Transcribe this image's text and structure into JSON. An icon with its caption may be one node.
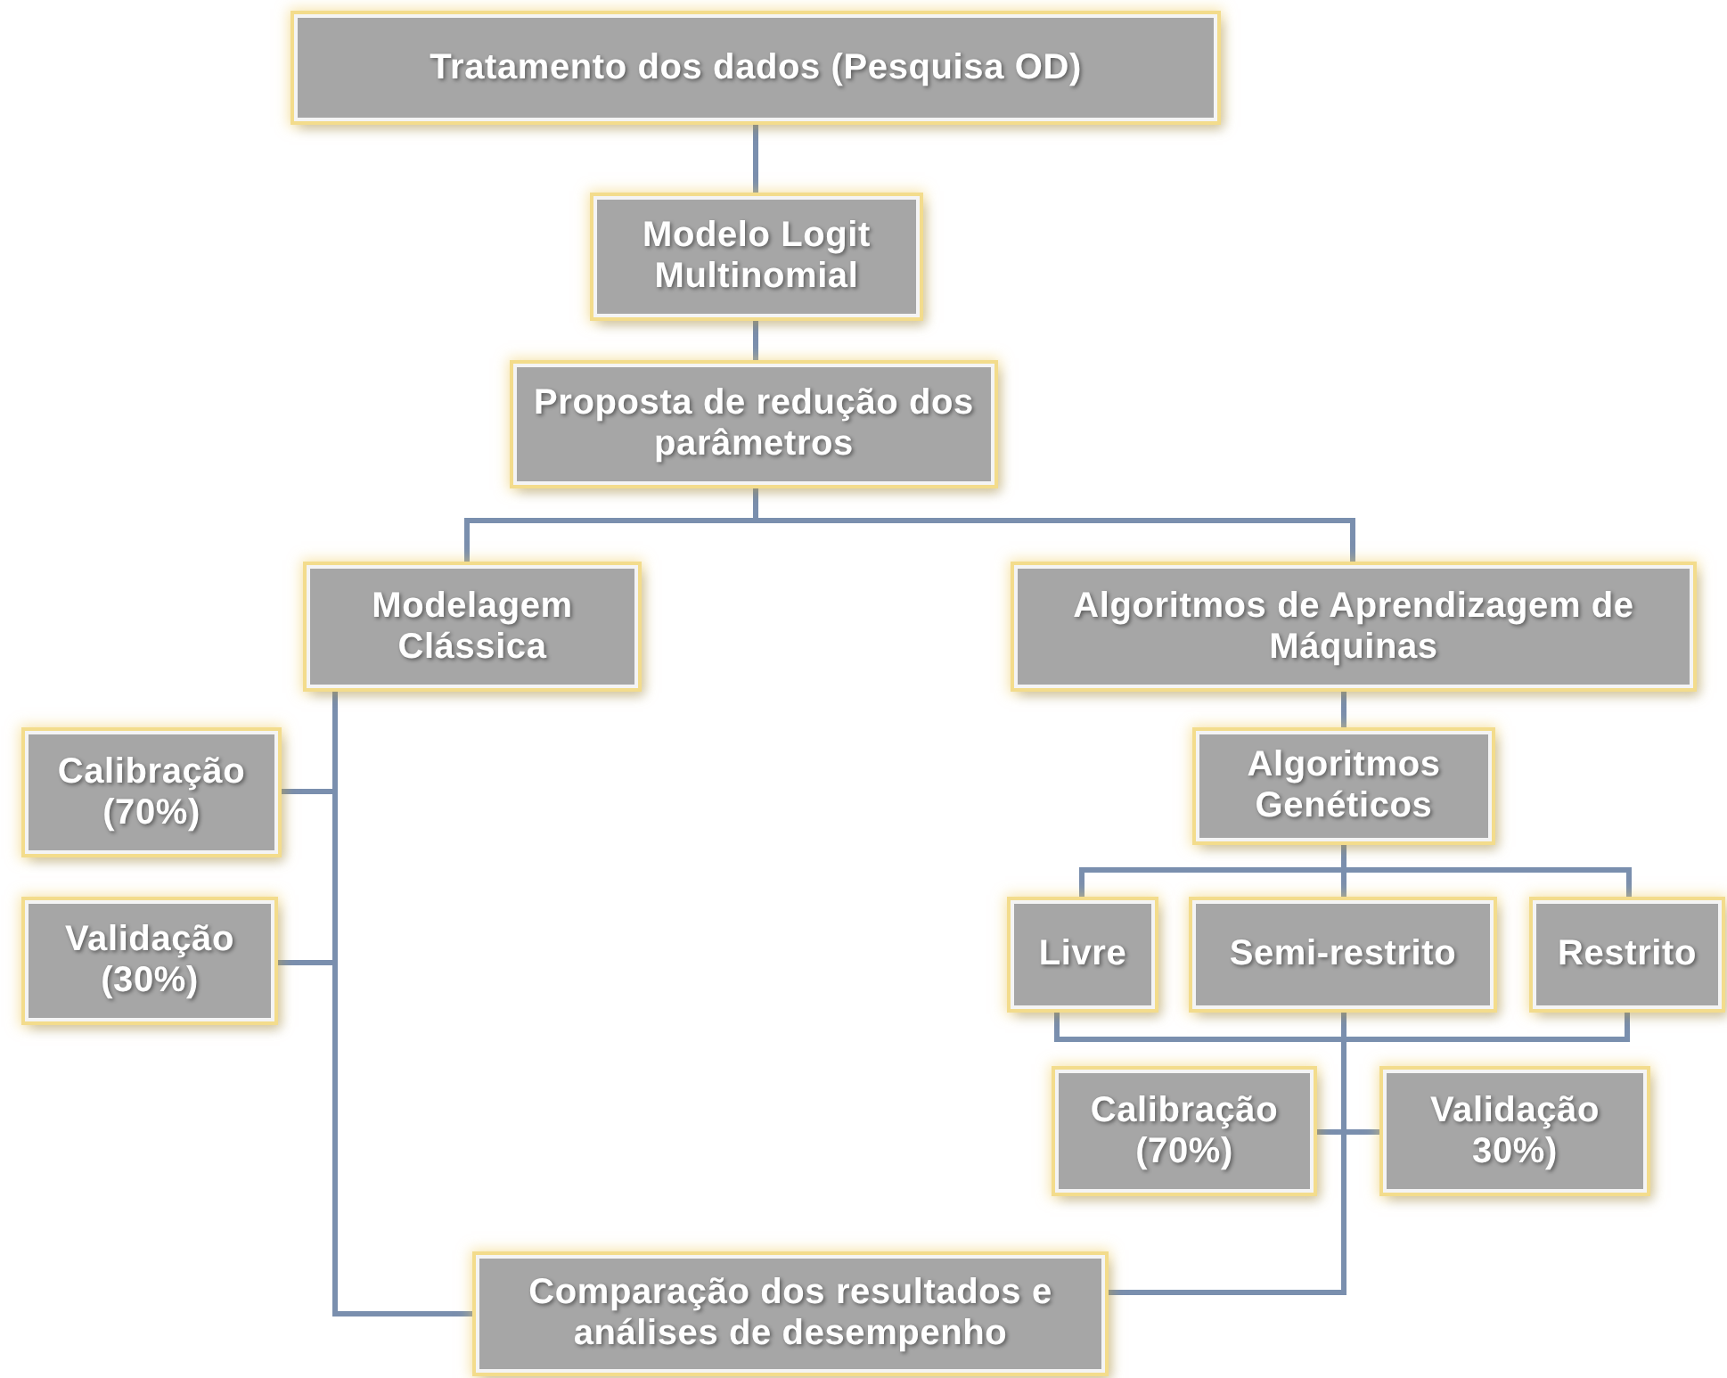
{
  "diagram": {
    "nodes": [
      {
        "text": [
          "Tratamento dos dados (Pesquisa OD)"
        ]
      },
      {
        "text": [
          "Modelo Logit Multinomial"
        ]
      },
      {
        "text": [
          "Proposta de redução dos parâmetros"
        ]
      },
      {
        "text": [
          "Modelagem Clássica"
        ]
      },
      {
        "text": [
          "Algoritmos de Aprendizagem de Máquinas"
        ]
      },
      {
        "text": [
          "Calibração (70%)"
        ]
      },
      {
        "text": [
          "Validação (30%)"
        ]
      },
      {
        "text": [
          "Algoritmos Genéticos"
        ]
      },
      {
        "text": [
          "Livre"
        ]
      },
      {
        "text": [
          "Semi-restrito"
        ]
      },
      {
        "text": [
          "Restrito"
        ]
      },
      {
        "text": [
          "Calibração (70%)"
        ]
      },
      {
        "text": [
          "Validação 30%)"
        ]
      },
      {
        "text": [
          "Comparação dos resultados e análises de desempenho"
        ]
      }
    ],
    "edges": [
      {
        "from": 0,
        "to": 1,
        "arrow": "none"
      },
      {
        "from": 1,
        "to": 2,
        "arrow": "none"
      },
      {
        "from": 2,
        "to": 3,
        "arrow": "none"
      },
      {
        "from": 2,
        "to": 4,
        "arrow": "none"
      },
      {
        "from": 3,
        "to": 5,
        "arrow": "none"
      },
      {
        "from": 3,
        "to": 6,
        "arrow": "none"
      },
      {
        "from": 3,
        "to": 13,
        "arrow": "none"
      },
      {
        "from": 4,
        "to": 7,
        "arrow": "none"
      },
      {
        "from": 7,
        "to": 8,
        "arrow": "none"
      },
      {
        "from": 7,
        "to": 9,
        "arrow": "none"
      },
      {
        "from": 7,
        "to": 10,
        "arrow": "none"
      },
      {
        "from": 8,
        "to": 13,
        "arrow": "none"
      },
      {
        "from": 9,
        "to": 13,
        "arrow": "none"
      },
      {
        "from": 10,
        "to": 13,
        "arrow": "none"
      },
      {
        "from": 9,
        "to": 11,
        "arrow": "none"
      },
      {
        "from": 9,
        "to": 12,
        "arrow": "none"
      }
    ]
  }
}
